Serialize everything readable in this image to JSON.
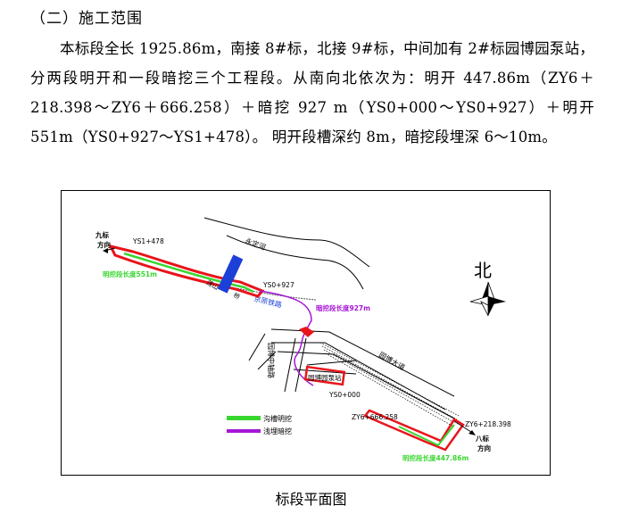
{
  "section": {
    "heading": "（二）施工范围"
  },
  "paragraph": "本标段全长 1925.86m，南接 8#标，北接 9#标，中间加有 2#标园博园泵站，分两段明开和一段暗挖三个工程段。从南向北依次为：明开 447.86m（ZY6＋218.398～ZY6＋666.258）＋暗挖 927 m（YS0+000～YS0+927）＋明开 551m（YS0+927～YS1+478）。 明开段槽深约 8m，暗挖段埋深 6～10m。",
  "figure": {
    "north_label": "北",
    "label_9": "九标",
    "label_9_dir": "方向",
    "label_8": "八标",
    "label_8_dir": "方向",
    "station_ys1": "YS1+478",
    "station_ys0_927": "YS0+927",
    "station_ys0_000": "YS0+000",
    "station_zy6_666": "ZY6+666.258",
    "station_zy6_218": "ZY6+218.398",
    "len_open_north": "明挖段长度551m",
    "len_tunnel": "暗挖段长度927m",
    "len_open_south": "明挖段长度447.86m",
    "river": "永定河",
    "railway": "京原铁路",
    "road_north": "园博大道",
    "road_west": "园博中轴路",
    "pump_station": "园博园泵站",
    "bridge_left": "莲山",
    "bridge_right": "桥",
    "legend_open": "沟槽明挖",
    "legend_tunnel": "浅埋暗挖",
    "colors": {
      "outline": "#e8141b",
      "open": "#39d62f",
      "tunnel": "#a516d6",
      "bridge": "#1c3fd8"
    }
  },
  "caption": "标段平面图"
}
